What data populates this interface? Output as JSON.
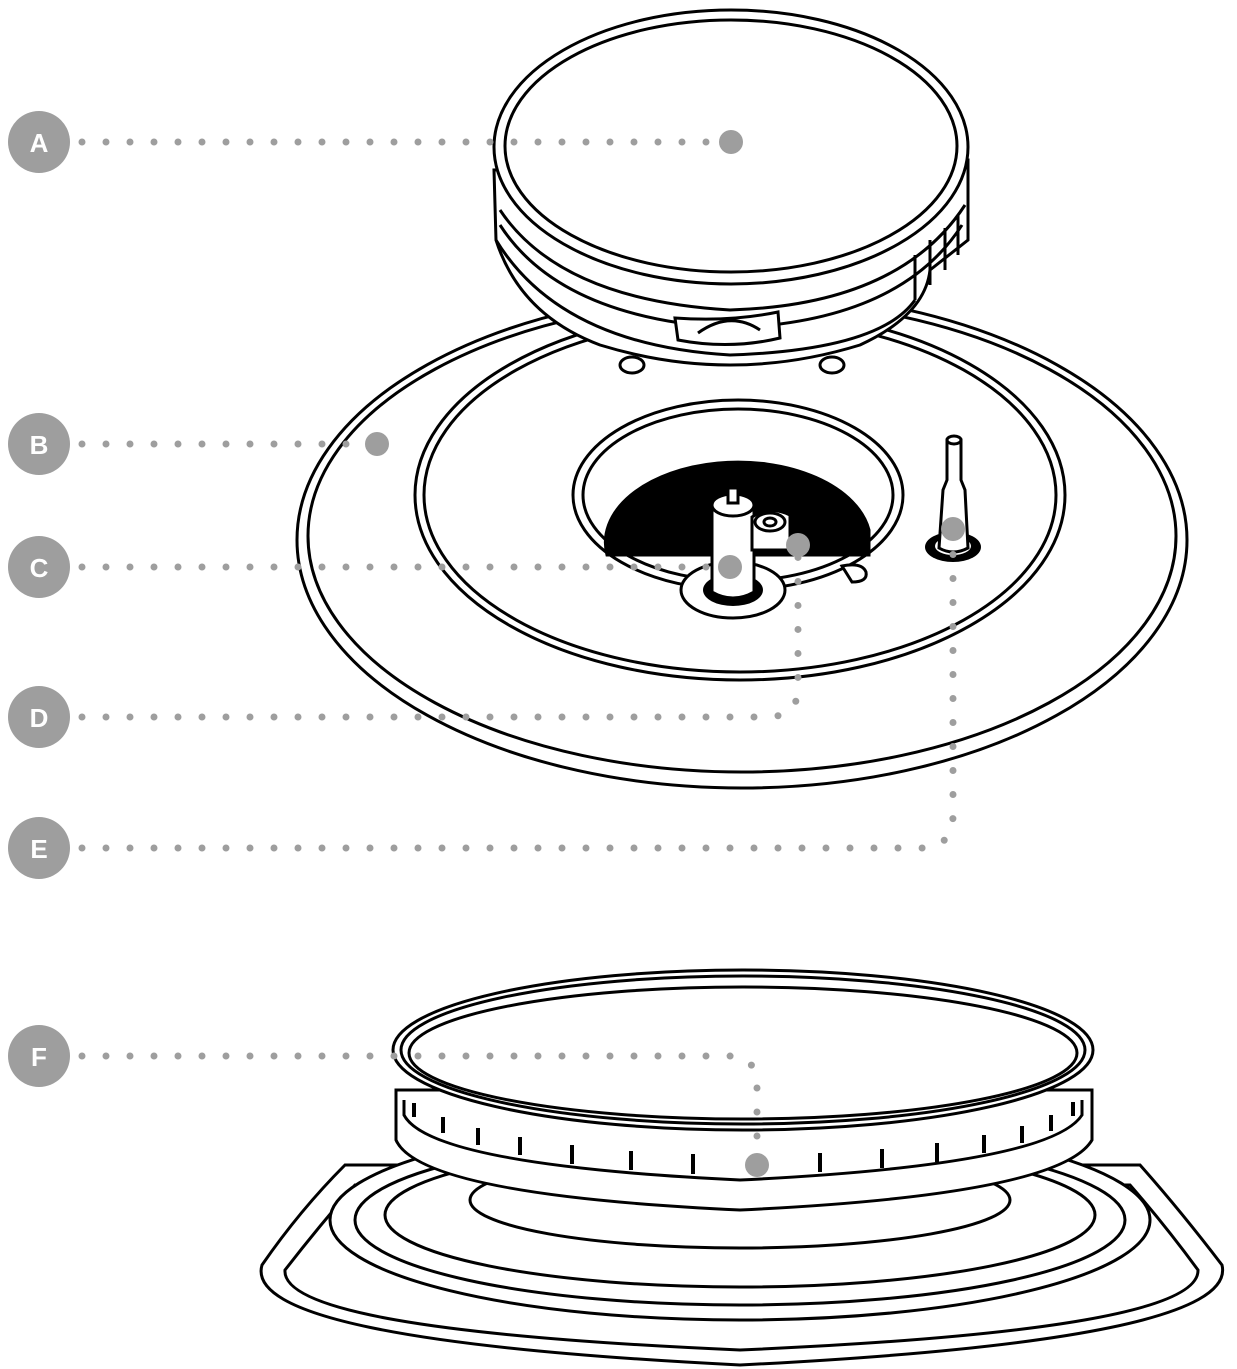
{
  "callouts": [
    {
      "label": "A",
      "part": "cap"
    },
    {
      "label": "B",
      "part": "base-plate"
    },
    {
      "label": "C",
      "part": "center-post"
    },
    {
      "label": "D",
      "part": "small-ring"
    },
    {
      "label": "E",
      "part": "side-pin"
    },
    {
      "label": "F",
      "part": "dial-ring"
    }
  ],
  "colors": {
    "callout": "#9e9e9e",
    "callout_text": "#ffffff",
    "outline": "#000000",
    "background": "#ffffff"
  }
}
